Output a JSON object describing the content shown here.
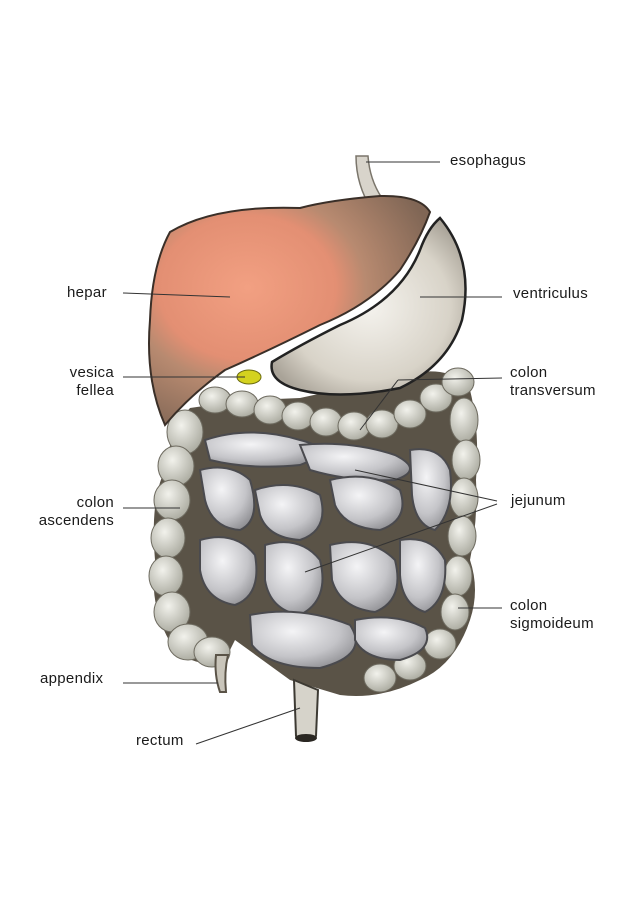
{
  "labels": {
    "esophagus": "esophagus",
    "hepar": "hepar",
    "ventriculus": "ventriculus",
    "vesica_line1": "vesica",
    "vesica_line2": "fellea",
    "colon_transversum_line1": "colon",
    "colon_transversum_line2": "transversum",
    "colon_ascendens_line1": "colon",
    "colon_ascendens_line2": "ascendens",
    "jejunum": "jejunum",
    "colon_sigmoideum_line1": "colon",
    "colon_sigmoideum_line2": "sigmoideum",
    "appendix": "appendix",
    "rectum": "rectum"
  },
  "colors": {
    "liver_outer": "#8b7160",
    "liver_mid": "#a8826c",
    "liver_inner": "#e8977a",
    "stomach": "#dcd8cf",
    "gallbladder": "#d4d21f",
    "colon": "#d6d6cc",
    "intestine": "#b9b9bb",
    "leader_line": "#333333"
  }
}
